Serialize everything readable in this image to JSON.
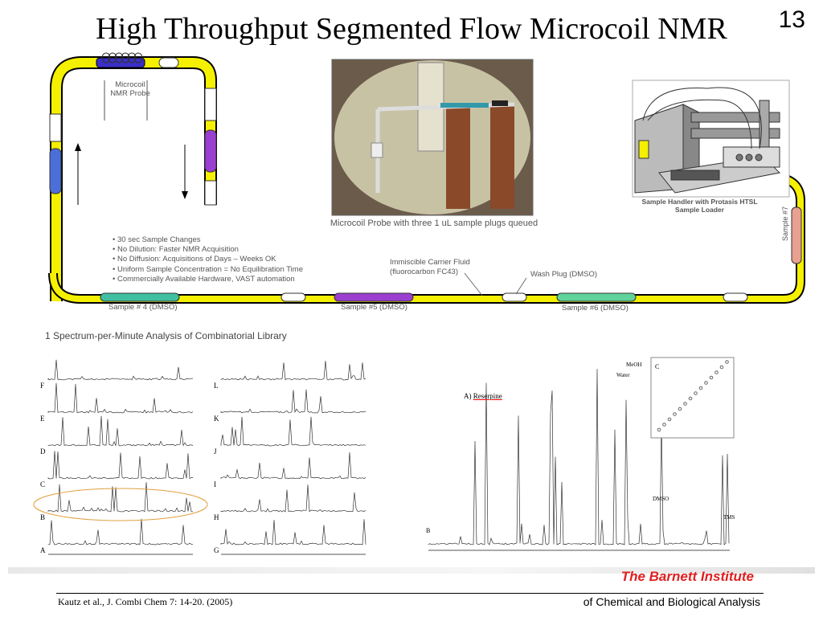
{
  "slide": {
    "title": "High Throughput Segmented Flow Microcoil NMR",
    "number": "13"
  },
  "diagram": {
    "probe_label_1": "Microcoil",
    "probe_label_2": "NMR Probe",
    "photo_caption": "Microcoil Probe with three 1 uL sample plugs queued",
    "handler_label_1": "Sample Handler with Protasis HTSL",
    "handler_label_2": "Sample Loader",
    "sample7": "Sample #7",
    "carrier_1": "Immiscible Carrier Fluid",
    "carrier_2": "(fluorocarbon FC43)",
    "wash": "Wash Plug (DMSO)",
    "sample4": "Sample # 4 (DMSO)",
    "sample5": "Sample #5 (DMSO)",
    "sample6": "Sample #6 (DMSO)",
    "bullets": [
      "30 sec Sample Changes",
      "No Dilution: Faster NMR Acquisition",
      "No Diffusion: Acquisitions of Days – Weeks OK",
      "Uniform Sample Concentration = No Equilibration Time",
      "Commercially Available Hardware, VAST automation"
    ]
  },
  "spectra": {
    "title": "1 Spectrum-per-Minute Analysis of Combinatorial Library",
    "left_labels": [
      "F",
      "E",
      "D",
      "C",
      "B",
      "A"
    ],
    "right_labels": [
      "L",
      "K",
      "J",
      "I",
      "H",
      "G"
    ],
    "detail": {
      "compound_label": "A)",
      "compound_name": "Reserpine",
      "meoh": "MeOH",
      "water": "Water",
      "dmso": "DMSO",
      "tms": "TMS",
      "panel_b": "B",
      "panel_c": "C"
    }
  },
  "footer": {
    "citation": "Kautz et al., J. Combi Chem 7: 14-20. (2005)",
    "institute": "The Barnett Institute",
    "institute_sub": "of Chemical and Biological Analysis"
  },
  "colors": {
    "tube": "#f5f000",
    "sample4": "#40c0a0",
    "sample5": "#9b3fd0",
    "sample6": "#5fd39a",
    "sample7": "#e8a090",
    "blue_plug": "#4a6fd8",
    "institute": "#e02020"
  }
}
